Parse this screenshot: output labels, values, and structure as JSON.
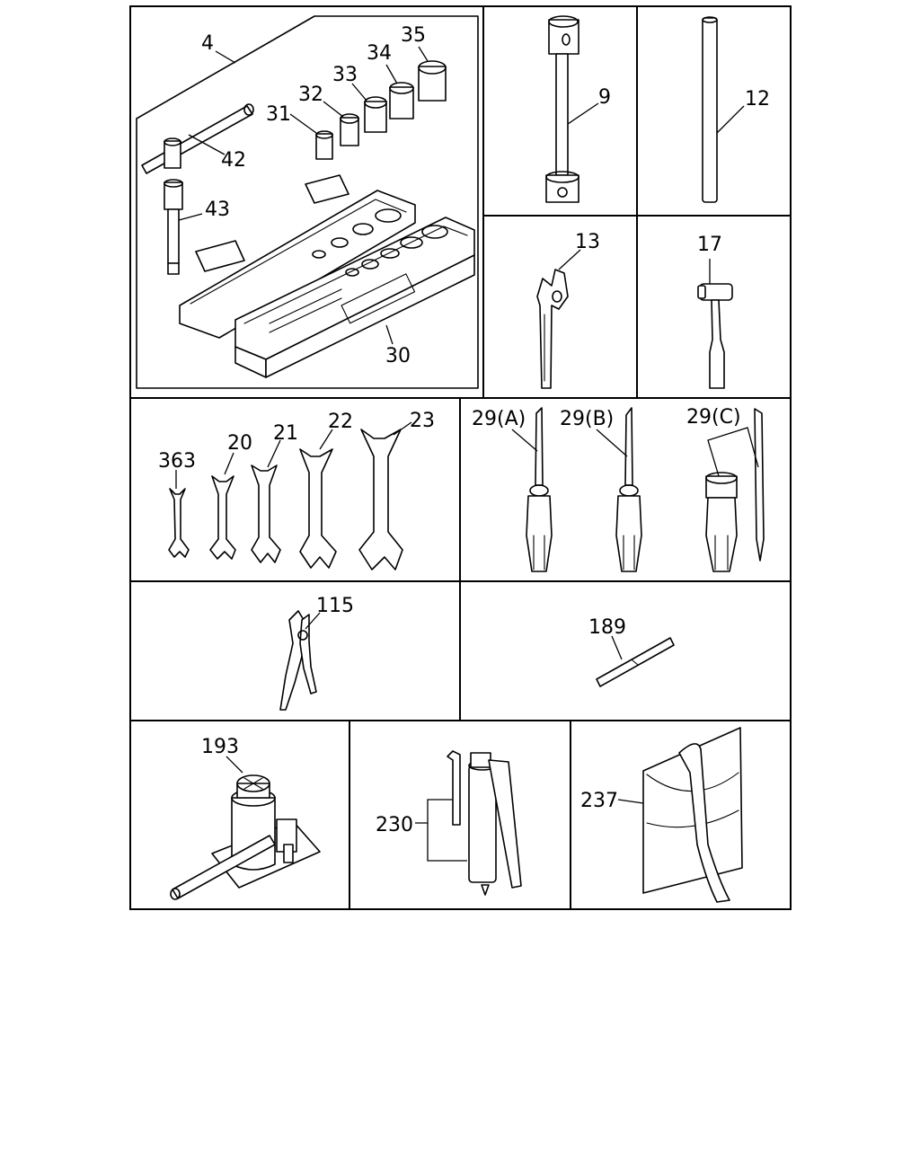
{
  "callouts": {
    "c4": "4",
    "c42": "42",
    "c43": "43",
    "c31": "31",
    "c32": "32",
    "c33": "33",
    "c34": "34",
    "c35": "35",
    "c30": "30",
    "c9": "9",
    "c12": "12",
    "c13": "13",
    "c17": "17",
    "c363": "363",
    "c20": "20",
    "c21": "21",
    "c22": "22",
    "c23": "23",
    "c29a": "29(A)",
    "c29b": "29(B)",
    "c29c": "29(C)",
    "c115": "115",
    "c189": "189",
    "c193": "193",
    "c230": "230",
    "c237": "237"
  }
}
